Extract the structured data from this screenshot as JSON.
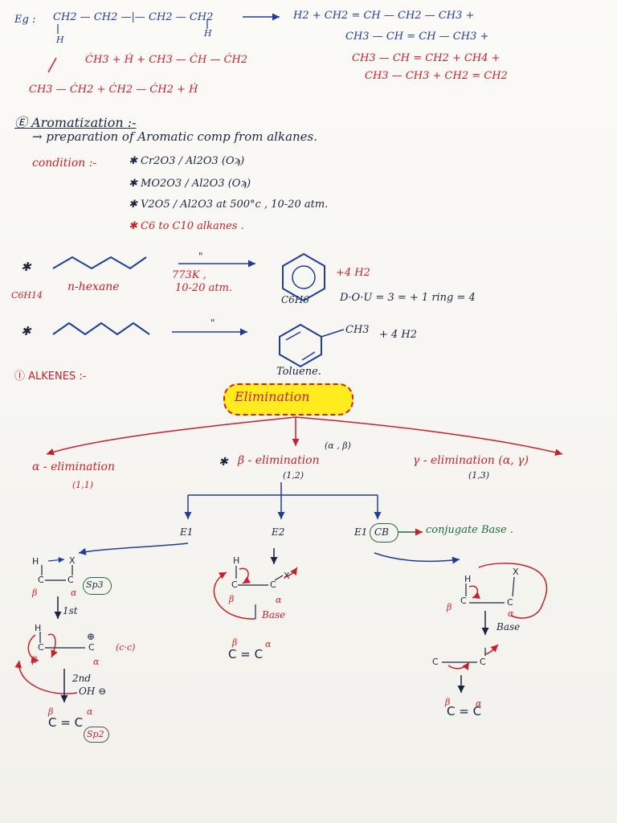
{
  "eg": {
    "label": "Eg :",
    "reactant": "CH2 — CH2 —|— CH2 — CH2",
    "h_left": "H",
    "h_right": "H",
    "products_1": "H2 + CH2 = CH — CH2 — CH3 +",
    "products_2": "CH3 — CH = CH — CH3 +",
    "products_3": "CH3 — CH = CH2 + CH4 +",
    "products_4": "CH3 — CH3 + CH2 = CH2",
    "radicals_1": "ĊH3 + Ḣ + CH3 — ĊH — ĊH2",
    "radicals_2": "CH3 — ĊH2 + ĊH2 — ĊH2 + Ḣ"
  },
  "aromatization": {
    "heading": "Ⓔ Aromatization :-",
    "desc": "→ preparation of Aromatic comp from alkanes.",
    "condition_label": "condition :-",
    "conditions": [
      "✱ Cr2O3 / Al2O3 (Oϡ)",
      "✱ MO2O3 / Al2O3 (Oϡ)",
      "✱ V2O5 / Al2O3   at  500°c , 10-20 atm.",
      "✱ C6 to C10  alkanes ."
    ]
  },
  "hexane_rxn": {
    "star": "✱",
    "formula": "C6H14",
    "name": "n-hexane",
    "ditto": "\"",
    "temp": "773K ,",
    "pressure": "10-20 atm.",
    "product": "+4 H2",
    "product_formula": "C6H6",
    "dbe": "D·O·U = 3 = + 1 ring = 4"
  },
  "heptane_rxn": {
    "star": "✱",
    "ditto": "\"",
    "substituent": "CH3",
    "product": "+ 4 H2",
    "product_name": "Toluene."
  },
  "alkenes": {
    "heading": "Ⓘ ALKENES :-",
    "center": "Elimination",
    "alpha": "α - elimination",
    "alpha_pos": "(1,1)",
    "beta_star": "✱",
    "beta": "β - elimination",
    "beta_pos": "(1,2)",
    "beta_tag": "(α , β)",
    "gamma": "γ - elimination (α, γ)",
    "gamma_pos": "(1,3)",
    "e1": "E1",
    "e2": "E2",
    "e1cb": "E1",
    "cb": "CB",
    "conj": "conjugate Base ."
  },
  "e1_mech": {
    "h": "H",
    "x": "X",
    "c1": "C",
    "c2": "C",
    "b": "β",
    "a": "α",
    "sp3": "Sp3",
    "step1": "1st",
    "h2": "H",
    "c3": "C",
    "c4": "C",
    "plus": "⊕",
    "cc": "(c·c)",
    "b2": "β",
    "a2": "α",
    "step2": "2nd",
    "oh": "OH ⊖",
    "b3": "β",
    "a3": "α",
    "product": "C = C",
    "sp2": "Sp2"
  },
  "e2_mech": {
    "h": "H",
    "x": "X",
    "c1": "C",
    "c2": "C",
    "b": "β",
    "a": "α",
    "base": "Base",
    "b2": "β",
    "a2": "α",
    "product": "C = C"
  },
  "e1cb_mech": {
    "h": "H",
    "x": "X",
    "c1": "C",
    "c2": "C",
    "b": "β",
    "a": "α",
    "base": "Base",
    "carb": "C",
    "c3": "C",
    "b2": "β",
    "a2": "α",
    "product": "C = C"
  }
}
